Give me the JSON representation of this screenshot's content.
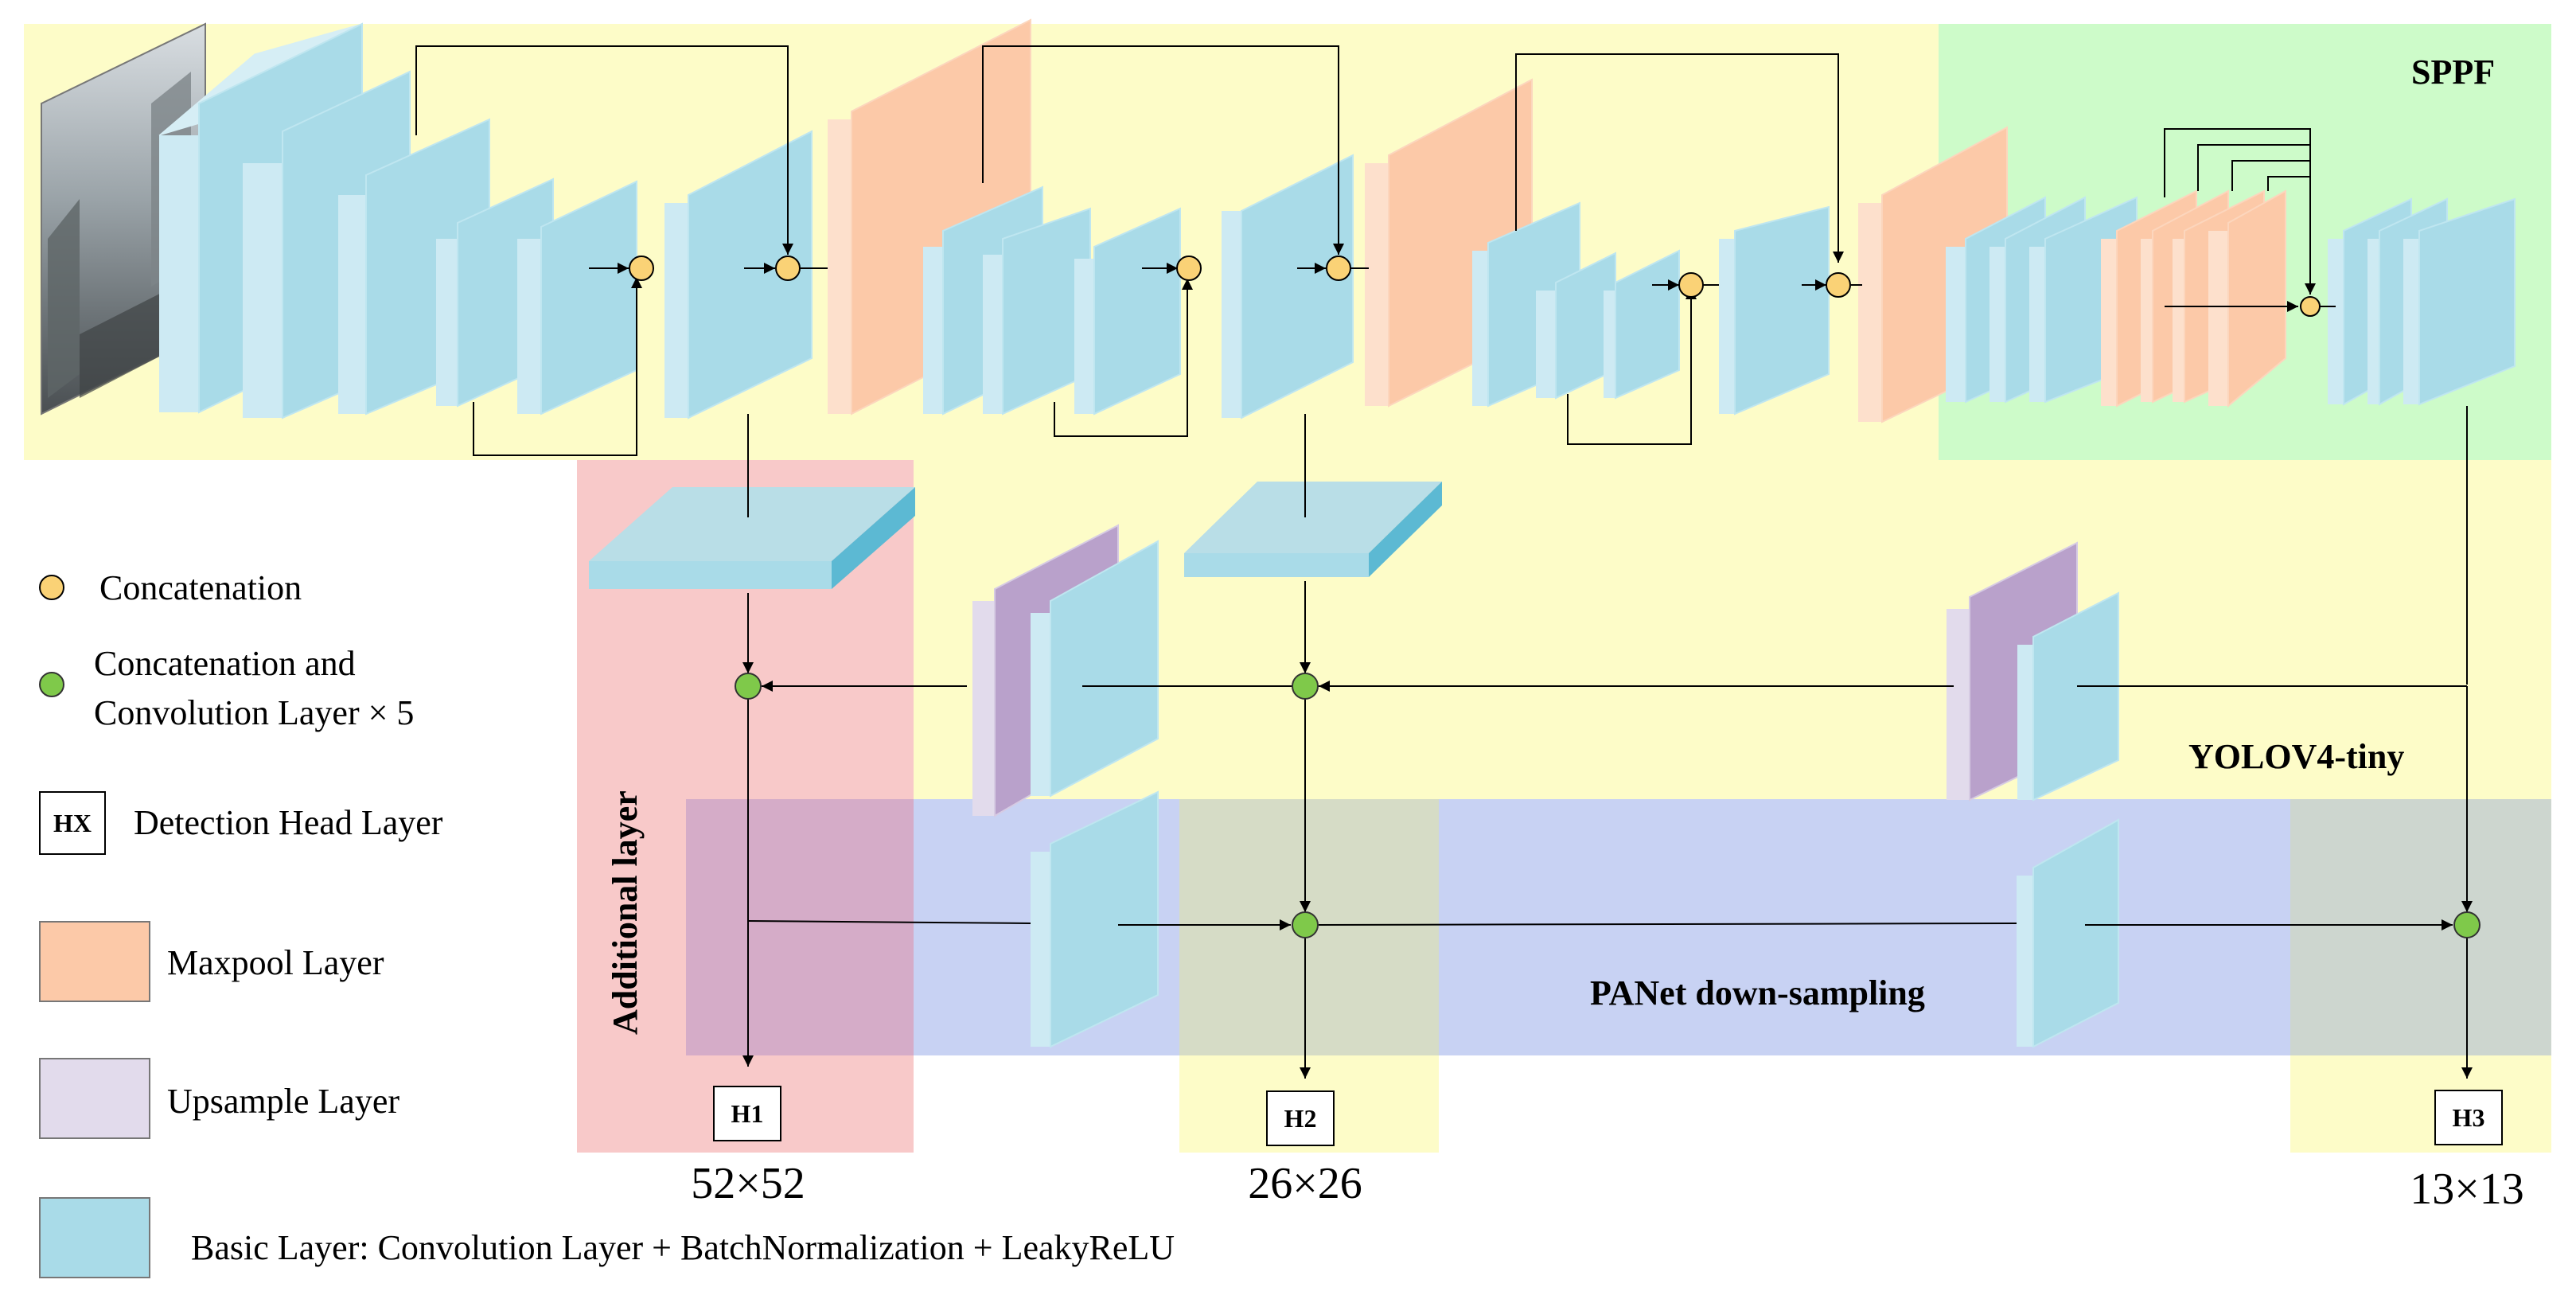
{
  "regions": {
    "sppf": "SPPF",
    "yolo": "YOLOV4-tiny",
    "panet": "PANet down-sampling",
    "additional": "Additional layer"
  },
  "heads": [
    "H1",
    "H2",
    "H3"
  ],
  "scales": [
    "52×52",
    "26×26",
    "13×13"
  ],
  "legend": {
    "concat": "Concatenation",
    "concat_conv_1": "Concatenation  and",
    "concat_conv_2": "Convolution Layer × 5",
    "head_icon": "HX",
    "head": "Detection Head Layer",
    "maxpool": "Maxpool Layer",
    "upsample": "Upsample Layer",
    "basic": "Basic Layer: Convolution Layer + BatchNormalization + LeakyReLU"
  },
  "colors": {
    "yolo_bg": "#fdfcc8",
    "sppf_bg": "#cdfbc9",
    "additional_bg": "#f8c9c9",
    "panet_bg": "#c8d2f3",
    "overlap_additional": "#d5acc8",
    "overlap_h2": "#d6dcc6",
    "overlap_h3": "#cdd6cf",
    "basic_face": "#a9dbe8",
    "maxpool_face": "#fcc9a8",
    "upsample_face": "#b9a1cb",
    "concat_dot": "#fad276",
    "concat_conv_dot": "#7fc94a"
  }
}
